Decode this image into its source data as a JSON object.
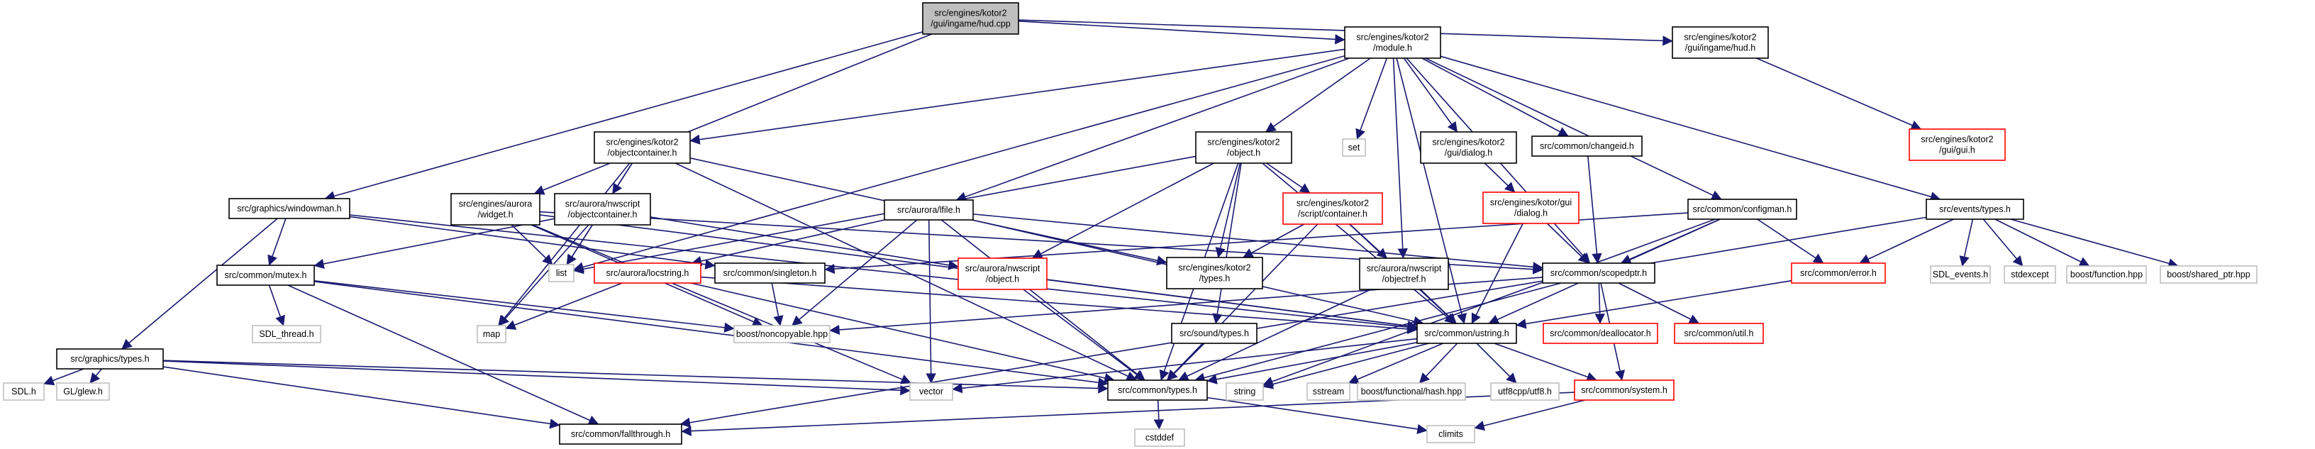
{
  "colors": {
    "edge": "#191970",
    "node_border_documented": "#000000",
    "node_border_undocumented": "#ff0000",
    "node_border_external": "#bfbfbf",
    "root_fill": "#bfbfbf",
    "node_fill": "#ffffff"
  },
  "nodes": [
    {
      "id": "hud_cpp",
      "kind": "root",
      "lines": [
        "src/engines/kotor2",
        "/gui/ingame/hud.cpp"
      ]
    },
    {
      "id": "module_h",
      "kind": "doc",
      "lines": [
        "src/engines/kotor2",
        "/module.h"
      ]
    },
    {
      "id": "hud_h",
      "kind": "doc",
      "lines": [
        "src/engines/kotor2",
        "/gui/ingame/hud.h"
      ]
    },
    {
      "id": "gui_h",
      "kind": "undoc",
      "lines": [
        "src/engines/kotor2",
        "/gui/gui.h"
      ]
    },
    {
      "id": "objectcontainer_h",
      "kind": "doc",
      "lines": [
        "src/engines/kotor2",
        "/objectcontainer.h"
      ]
    },
    {
      "id": "object_h",
      "kind": "doc",
      "lines": [
        "src/engines/kotor2",
        "/object.h"
      ]
    },
    {
      "id": "set",
      "kind": "ext",
      "lines": [
        "set"
      ]
    },
    {
      "id": "kdialog_h",
      "kind": "doc",
      "lines": [
        "src/engines/kotor2",
        "/gui/dialog.h"
      ]
    },
    {
      "id": "changeid_h",
      "kind": "doc",
      "lines": [
        "src/common/changeid.h"
      ]
    },
    {
      "id": "windowman_h",
      "kind": "doc",
      "lines": [
        "src/graphics/windowman.h"
      ]
    },
    {
      "id": "widget_h",
      "kind": "doc",
      "lines": [
        "src/engines/aurora",
        "/widget.h"
      ]
    },
    {
      "id": "nwobjcont_h",
      "kind": "doc",
      "lines": [
        "src/aurora/nwscript",
        "/objectcontainer.h"
      ]
    },
    {
      "id": "lfile_h",
      "kind": "doc",
      "lines": [
        "src/aurora/lfile.h"
      ]
    },
    {
      "id": "scontainer_h",
      "kind": "undoc",
      "lines": [
        "src/engines/kotor2",
        "/script/container.h"
      ]
    },
    {
      "id": "kgdialog_h",
      "kind": "undoc",
      "lines": [
        "src/engines/kotor/gui",
        "/dialog.h"
      ]
    },
    {
      "id": "configman_h",
      "kind": "doc",
      "lines": [
        "src/common/configman.h"
      ]
    },
    {
      "id": "evtypes_h",
      "kind": "doc",
      "lines": [
        "src/events/types.h"
      ]
    },
    {
      "id": "mutex_h",
      "kind": "doc",
      "lines": [
        "src/common/mutex.h"
      ]
    },
    {
      "id": "list",
      "kind": "ext",
      "lines": [
        "list"
      ]
    },
    {
      "id": "locstring_h",
      "kind": "undoc",
      "lines": [
        "src/aurora/locstring.h"
      ]
    },
    {
      "id": "singleton_h",
      "kind": "doc",
      "lines": [
        "src/common/singleton.h"
      ]
    },
    {
      "id": "nwobject_h",
      "kind": "undoc",
      "lines": [
        "src/aurora/nwscript",
        "/object.h"
      ]
    },
    {
      "id": "ktypes_h",
      "kind": "doc",
      "lines": [
        "src/engines/kotor2",
        "/types.h"
      ]
    },
    {
      "id": "objectref_h",
      "kind": "doc",
      "lines": [
        "src/aurora/nwscript",
        "/objectref.h"
      ]
    },
    {
      "id": "scopedptr_h",
      "kind": "doc",
      "lines": [
        "src/common/scopedptr.h"
      ]
    },
    {
      "id": "error_h",
      "kind": "undoc",
      "lines": [
        "src/common/error.h"
      ]
    },
    {
      "id": "sdlevents_h",
      "kind": "ext",
      "lines": [
        "SDL_events.h"
      ]
    },
    {
      "id": "stdexcept",
      "kind": "ext",
      "lines": [
        "stdexcept"
      ]
    },
    {
      "id": "bfunction",
      "kind": "ext",
      "lines": [
        "boost/function.hpp"
      ]
    },
    {
      "id": "bshared",
      "kind": "ext",
      "lines": [
        "boost/shared_ptr.hpp"
      ]
    },
    {
      "id": "sdlthread_h",
      "kind": "ext",
      "lines": [
        "SDL_thread.h"
      ]
    },
    {
      "id": "map",
      "kind": "ext",
      "lines": [
        "map"
      ]
    },
    {
      "id": "noncopyable",
      "kind": "ext",
      "lines": [
        "boost/noncopyable.hpp"
      ]
    },
    {
      "id": "sndtypes_h",
      "kind": "doc",
      "lines": [
        "src/sound/types.h"
      ]
    },
    {
      "id": "ustring_h",
      "kind": "doc",
      "lines": [
        "src/common/ustring.h"
      ]
    },
    {
      "id": "deallocator_h",
      "kind": "undoc",
      "lines": [
        "src/common/deallocator.h"
      ]
    },
    {
      "id": "util_h",
      "kind": "undoc",
      "lines": [
        "src/common/util.h"
      ]
    },
    {
      "id": "gtypes_h",
      "kind": "doc",
      "lines": [
        "src/graphics/types.h"
      ]
    },
    {
      "id": "sdl_h",
      "kind": "ext",
      "lines": [
        "SDL.h"
      ]
    },
    {
      "id": "glew_h",
      "kind": "ext",
      "lines": [
        "GL/glew.h"
      ]
    },
    {
      "id": "vector",
      "kind": "ext",
      "lines": [
        "vector"
      ]
    },
    {
      "id": "ctypes_h",
      "kind": "doc",
      "lines": [
        "src/common/types.h"
      ]
    },
    {
      "id": "string",
      "kind": "ext",
      "lines": [
        "string"
      ]
    },
    {
      "id": "sstream",
      "kind": "ext",
      "lines": [
        "sstream"
      ]
    },
    {
      "id": "bhash",
      "kind": "ext",
      "lines": [
        "boost/functional/hash.hpp"
      ]
    },
    {
      "id": "utf8",
      "kind": "ext",
      "lines": [
        "utf8cpp/utf8.h"
      ]
    },
    {
      "id": "system_h",
      "kind": "undoc",
      "lines": [
        "src/common/system.h"
      ]
    },
    {
      "id": "fallthrough_h",
      "kind": "doc",
      "lines": [
        "src/common/fallthrough.h"
      ]
    },
    {
      "id": "cstddef",
      "kind": "ext",
      "lines": [
        "cstddef"
      ]
    },
    {
      "id": "climits",
      "kind": "ext",
      "lines": [
        "climits"
      ]
    }
  ],
  "edges": [
    [
      "hud_cpp",
      "module_h"
    ],
    [
      "hud_cpp",
      "hud_h"
    ],
    [
      "hud_cpp",
      "windowman_h"
    ],
    [
      "hud_cpp",
      "widget_h"
    ],
    [
      "hud_h",
      "gui_h"
    ],
    [
      "module_h",
      "objectcontainer_h"
    ],
    [
      "module_h",
      "object_h"
    ],
    [
      "module_h",
      "set"
    ],
    [
      "module_h",
      "kdialog_h"
    ],
    [
      "module_h",
      "changeid_h"
    ],
    [
      "module_h",
      "list"
    ],
    [
      "module_h",
      "lfile_h"
    ],
    [
      "module_h",
      "objectref_h"
    ],
    [
      "module_h",
      "scopedptr_h"
    ],
    [
      "module_h",
      "configman_h"
    ],
    [
      "module_h",
      "evtypes_h"
    ],
    [
      "module_h",
      "ustring_h"
    ],
    [
      "objectcontainer_h",
      "nwobjcont_h"
    ],
    [
      "objectcontainer_h",
      "list"
    ],
    [
      "objectcontainer_h",
      "map"
    ],
    [
      "objectcontainer_h",
      "ktypes_h"
    ],
    [
      "objectcontainer_h",
      "ctypes_h"
    ],
    [
      "object_h",
      "scontainer_h"
    ],
    [
      "object_h",
      "list"
    ],
    [
      "object_h",
      "ktypes_h"
    ],
    [
      "object_h",
      "nwobject_h"
    ],
    [
      "object_h",
      "sndtypes_h"
    ],
    [
      "object_h",
      "ustring_h"
    ],
    [
      "object_h",
      "ctypes_h"
    ],
    [
      "kdialog_h",
      "kgdialog_h"
    ],
    [
      "changeid_h",
      "scopedptr_h"
    ],
    [
      "kgdialog_h",
      "scopedptr_h"
    ],
    [
      "kgdialog_h",
      "ustring_h"
    ],
    [
      "windowman_h",
      "mutex_h"
    ],
    [
      "windowman_h",
      "gtypes_h"
    ],
    [
      "windowman_h",
      "singleton_h"
    ],
    [
      "windowman_h",
      "ustring_h"
    ],
    [
      "widget_h",
      "list"
    ],
    [
      "widget_h",
      "ustring_h"
    ],
    [
      "widget_h",
      "noncopyable"
    ],
    [
      "widget_h",
      "vector"
    ],
    [
      "widget_h",
      "scopedptr_h"
    ],
    [
      "nwobjcont_h",
      "list"
    ],
    [
      "nwobjcont_h",
      "map"
    ],
    [
      "nwobjcont_h",
      "mutex_h"
    ],
    [
      "nwobjcont_h",
      "nwobject_h"
    ],
    [
      "lfile_h",
      "locstring_h"
    ],
    [
      "lfile_h",
      "scopedptr_h"
    ],
    [
      "lfile_h",
      "ustring_h"
    ],
    [
      "lfile_h",
      "noncopyable"
    ],
    [
      "lfile_h",
      "vector"
    ],
    [
      "lfile_h",
      "ctypes_h"
    ],
    [
      "scontainer_h",
      "ktypes_h"
    ],
    [
      "scontainer_h",
      "objectref_h"
    ],
    [
      "scontainer_h",
      "ustring_h"
    ],
    [
      "scontainer_h",
      "ctypes_h"
    ],
    [
      "configman_h",
      "singleton_h"
    ],
    [
      "configman_h",
      "scopedptr_h"
    ],
    [
      "configman_h",
      "error_h"
    ],
    [
      "configman_h",
      "ustring_h"
    ],
    [
      "configman_h",
      "string"
    ],
    [
      "evtypes_h",
      "sdlevents_h"
    ],
    [
      "evtypes_h",
      "stdexcept"
    ],
    [
      "evtypes_h",
      "bfunction"
    ],
    [
      "evtypes_h",
      "bshared"
    ],
    [
      "evtypes_h",
      "error_h"
    ],
    [
      "evtypes_h",
      "fallthrough_h"
    ],
    [
      "mutex_h",
      "sdlthread_h"
    ],
    [
      "mutex_h",
      "noncopyable"
    ],
    [
      "mutex_h",
      "ctypes_h"
    ],
    [
      "mutex_h",
      "fallthrough_h"
    ],
    [
      "locstring_h",
      "map"
    ],
    [
      "locstring_h",
      "ustring_h"
    ],
    [
      "locstring_h",
      "ctypes_h"
    ],
    [
      "singleton_h",
      "noncopyable"
    ],
    [
      "nwobject_h",
      "ustring_h"
    ],
    [
      "nwobject_h",
      "ctypes_h"
    ],
    [
      "objectref_h",
      "ustring_h"
    ],
    [
      "objectref_h",
      "ctypes_h"
    ],
    [
      "scopedptr_h",
      "noncopyable"
    ],
    [
      "scopedptr_h",
      "deallocator_h"
    ],
    [
      "scopedptr_h",
      "util_h"
    ],
    [
      "scopedptr_h",
      "system_h"
    ],
    [
      "scopedptr_h",
      "ctypes_h"
    ],
    [
      "error_h",
      "ustring_h"
    ],
    [
      "sndtypes_h",
      "ctypes_h"
    ],
    [
      "ustring_h",
      "vector"
    ],
    [
      "ustring_h",
      "ctypes_h"
    ],
    [
      "ustring_h",
      "string"
    ],
    [
      "ustring_h",
      "sstream"
    ],
    [
      "ustring_h",
      "bhash"
    ],
    [
      "ustring_h",
      "utf8"
    ],
    [
      "ustring_h",
      "system_h"
    ],
    [
      "gtypes_h",
      "sdl_h"
    ],
    [
      "gtypes_h",
      "glew_h"
    ],
    [
      "gtypes_h",
      "vector"
    ],
    [
      "gtypes_h",
      "ctypes_h"
    ],
    [
      "gtypes_h",
      "fallthrough_h"
    ],
    [
      "ctypes_h",
      "cstddef"
    ],
    [
      "ctypes_h",
      "climits"
    ],
    [
      "system_h",
      "fallthrough_h"
    ],
    [
      "system_h",
      "climits"
    ]
  ]
}
